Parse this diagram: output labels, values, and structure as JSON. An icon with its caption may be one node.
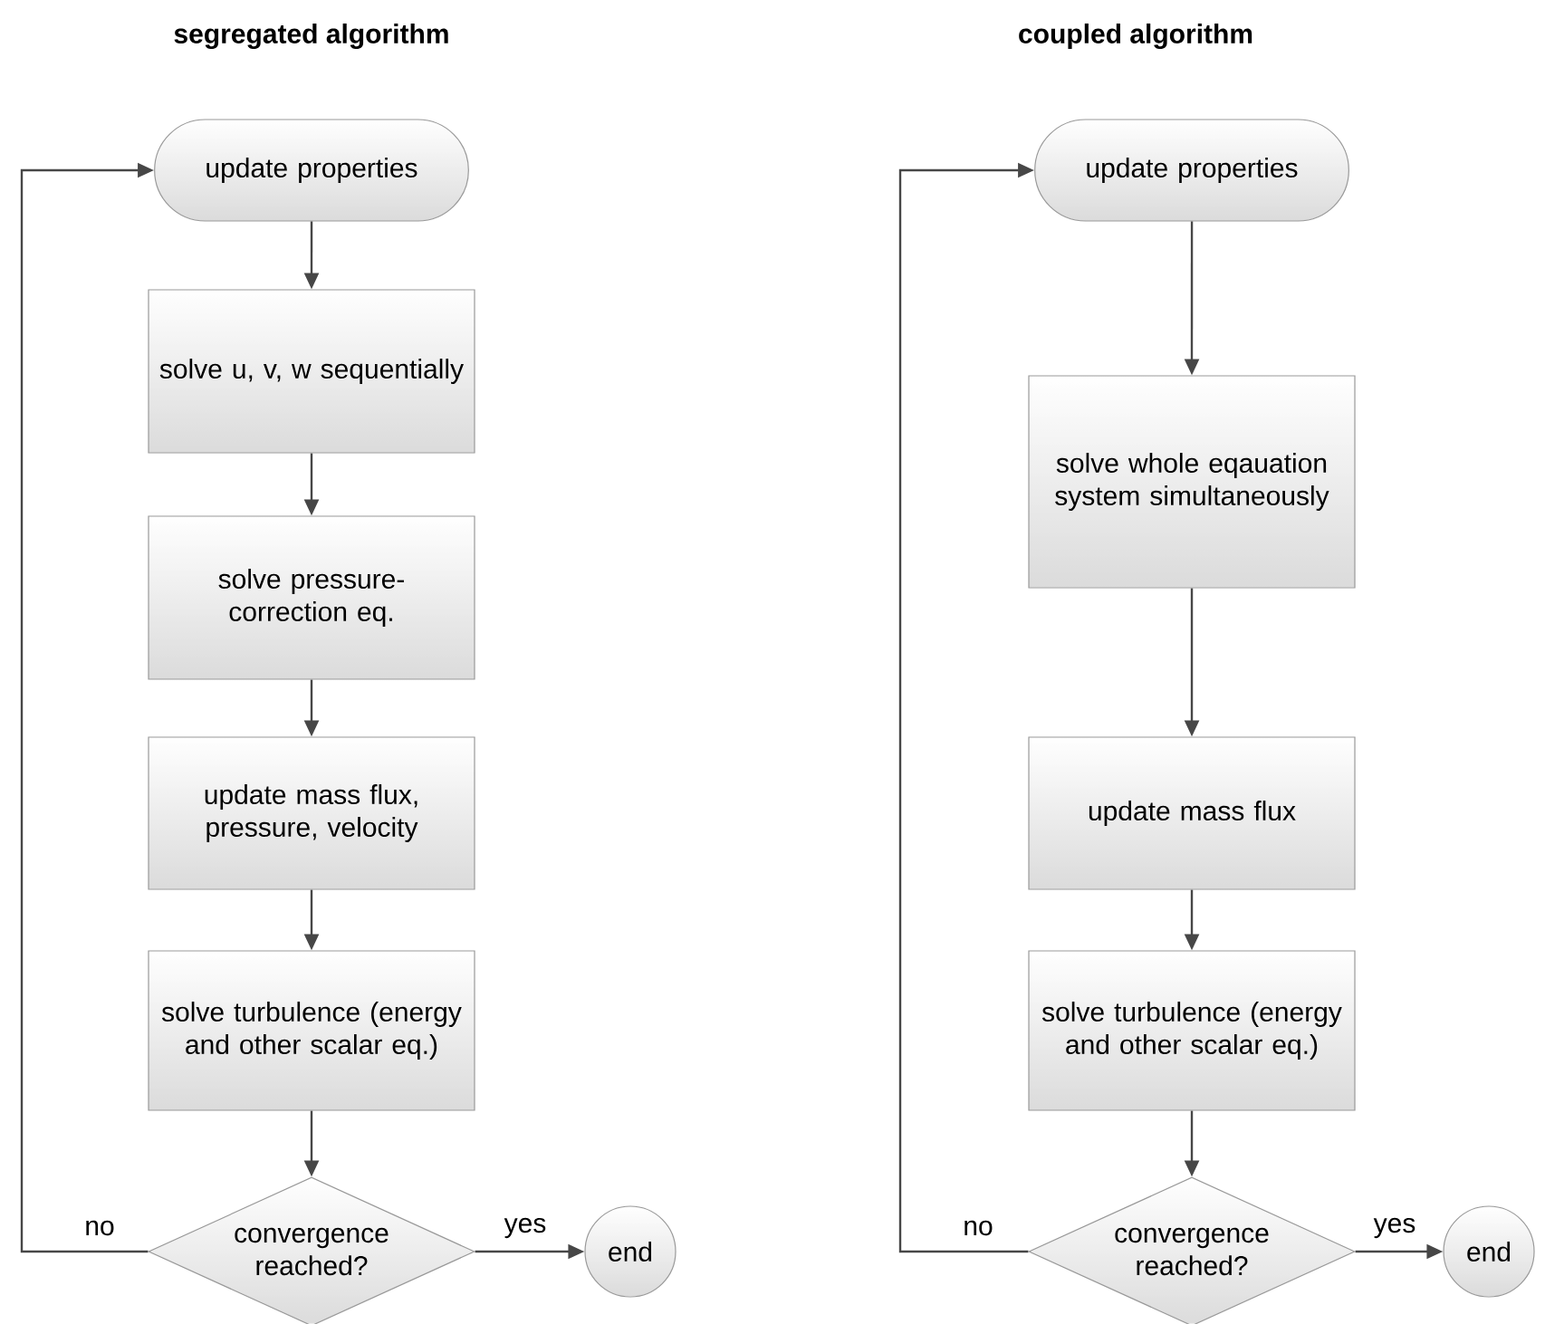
{
  "diagram": {
    "nodes": [
      {
        "text": [
          "update properties"
        ]
      },
      {
        "text": [
          "solve u, v, w sequentially"
        ]
      },
      {
        "text": [
          "solve pressure-correction eq."
        ]
      },
      {
        "text": [
          "update mass flux, pressure, velocity"
        ]
      },
      {
        "text": [
          "solve turbulence (energy and other scalar eq.)"
        ]
      },
      {
        "text": [
          "convergence reached?"
        ]
      },
      {
        "text": [
          "end"
        ]
      },
      {
        "text": [
          "update properties"
        ]
      },
      {
        "text": [
          "solve whole eqauation system simultaneously"
        ]
      },
      {
        "text": [
          "update mass flux"
        ]
      },
      {
        "text": [
          "solve turbulence (energy and other scalar eq.)"
        ]
      },
      {
        "text": [
          "convergence reached?"
        ]
      },
      {
        "text": [
          "end"
        ]
      }
    ],
    "edges": [
      {
        "from": 0,
        "to": 1,
        "arrow": "to"
      },
      {
        "from": 1,
        "to": 2,
        "arrow": "to"
      },
      {
        "from": 2,
        "to": 3,
        "arrow": "to"
      },
      {
        "from": 3,
        "to": 4,
        "arrow": "to"
      },
      {
        "from": 4,
        "to": 5,
        "arrow": "to"
      },
      {
        "from": 5,
        "to": 6,
        "arrow": "to",
        "label": "yes"
      },
      {
        "from": 5,
        "to": 0,
        "arrow": "to",
        "label": "no"
      },
      {
        "from": 7,
        "to": 8,
        "arrow": "to"
      },
      {
        "from": 8,
        "to": 9,
        "arrow": "to"
      },
      {
        "from": 9,
        "to": 10,
        "arrow": "to"
      },
      {
        "from": 10,
        "to": 11,
        "arrow": "to"
      },
      {
        "from": 11,
        "to": 12,
        "arrow": "to",
        "label": "yes"
      },
      {
        "from": 11,
        "to": 7,
        "arrow": "to",
        "label": "no"
      }
    ],
    "labels": [
      "segregated algorithm",
      "coupled algorithm"
    ]
  }
}
